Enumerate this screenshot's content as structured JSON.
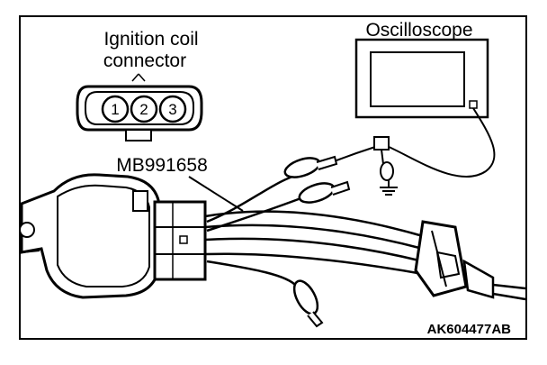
{
  "diagram": {
    "labels": {
      "ignition_coil_connector_line1": "Ignition coil",
      "ignition_coil_connector_line2": "connector",
      "oscilloscope": "Oscilloscope",
      "harness_tool": "MB991658",
      "figure_code": "AK604477AB"
    },
    "connector_pins": [
      "1",
      "2",
      "3"
    ],
    "icons": [
      "ignition-coil-icon",
      "oscilloscope-icon",
      "test-harness-icon",
      "alligator-clip-icon",
      "ground-symbol-icon",
      "coil-connector-icon"
    ]
  }
}
